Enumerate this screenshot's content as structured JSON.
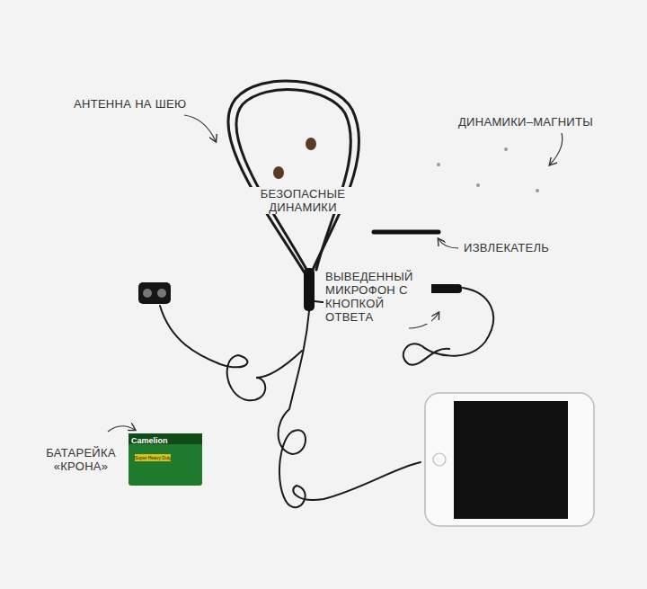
{
  "diagram": {
    "labels": [
      "АНТЕННА НА ШЕЮ",
      "ДИНАМИКИ–МАГНИТЫ",
      "БЕЗОПАСНЫЕ ДИНАМИКИ",
      "ИЗВЛЕКАТЕЛЬ",
      "ВЫВЕДЕННЫЙ МИКРОФОН С КНОПКОЙ ОТВЕТА",
      "БАТАРЕЙКА «КРОНА»",
      "Camelion",
      "Super Heavy Duty"
    ]
  }
}
